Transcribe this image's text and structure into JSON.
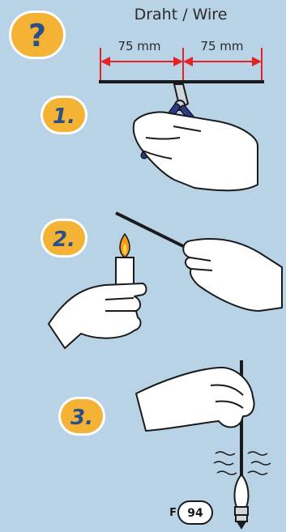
{
  "header": {
    "help_symbol": "?",
    "title": "Draht / Wire"
  },
  "measure": {
    "left_label": "75 mm",
    "right_label": "75 mm"
  },
  "steps": [
    {
      "label": "1."
    },
    {
      "label": "2."
    },
    {
      "label": "3."
    }
  ],
  "footer": {
    "prefix": "F",
    "number": "94"
  },
  "colors": {
    "background": "#b9d3e6",
    "badge_fill": "#f5b335",
    "badge_ring": "#ffffff",
    "badge_text": "#2d4f87",
    "arrow_red": "#e52226",
    "wire": "#1a1a1a",
    "plier_handle": "#2e3a8c",
    "candle": "#ffffff",
    "flame": "#f39a1e"
  }
}
